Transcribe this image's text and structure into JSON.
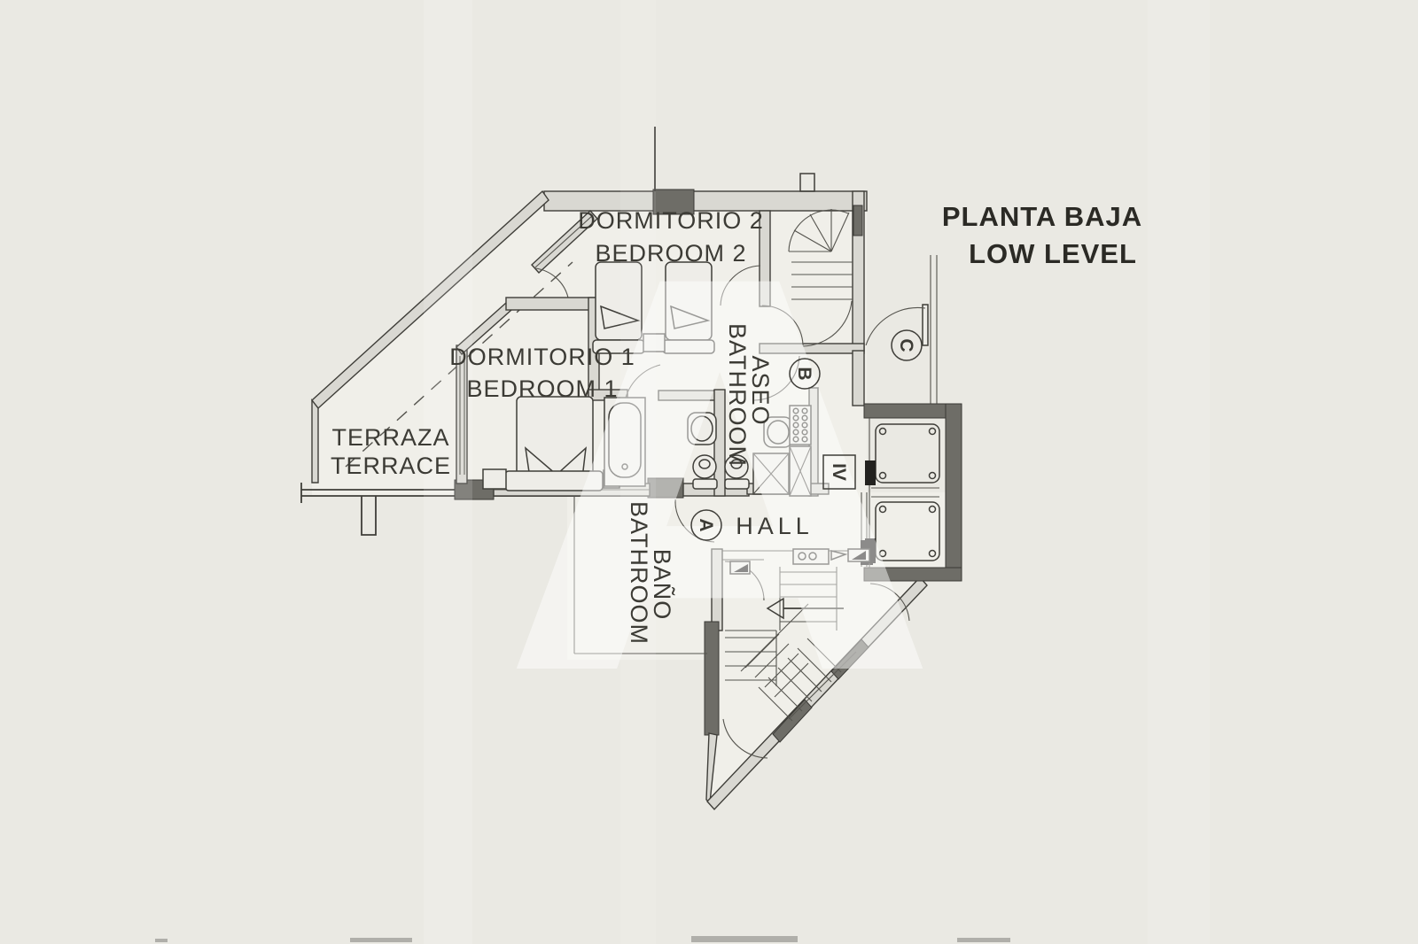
{
  "title": {
    "line1": "PLANTA BAJA",
    "line2": "LOW LEVEL"
  },
  "rooms": {
    "bedroom2_es": "DORMITORIO 2",
    "bedroom2_en": "BEDROOM 2",
    "bedroom1_es": "DORMITORIO 1",
    "bedroom1_en": "BEDROOM 1",
    "terrace_es": "TERRAZA",
    "terrace_en": "TERRACE",
    "bano_es": "BAÑO",
    "bano_en": "BATHROOM",
    "aseo_es": "ASEO",
    "aseo_en": "BATHROOM",
    "hall": "HALL"
  },
  "door_tags": {
    "a": "A",
    "b": "B",
    "c": "C",
    "stair_box": "IV"
  },
  "watermark": "A",
  "colors": {
    "background": "#eae9e3",
    "line": "#3f3e39",
    "wall_fill": "#d9d8d2",
    "dark_wall": "#6e6d67",
    "label_text": "#3c3b35",
    "title_text": "#2b2a25"
  }
}
